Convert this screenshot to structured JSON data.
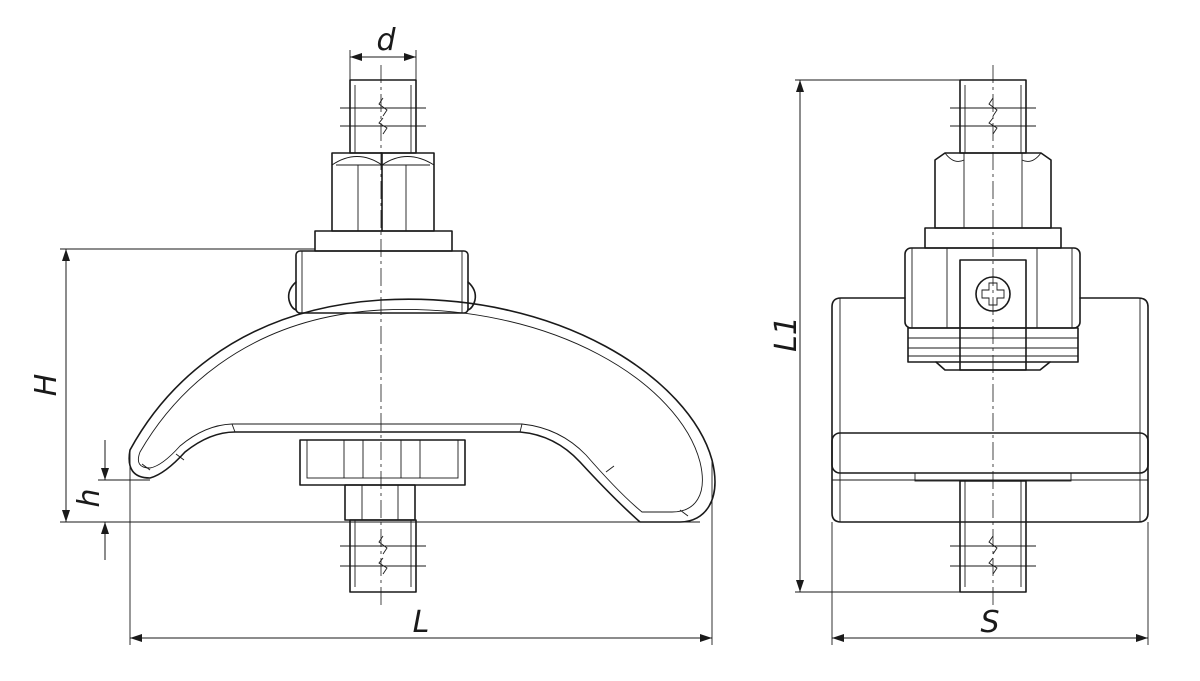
{
  "diagram": {
    "labels": {
      "d": "d",
      "H": "H",
      "h": "h",
      "L": "L",
      "L1": "L1",
      "S": "S"
    }
  }
}
